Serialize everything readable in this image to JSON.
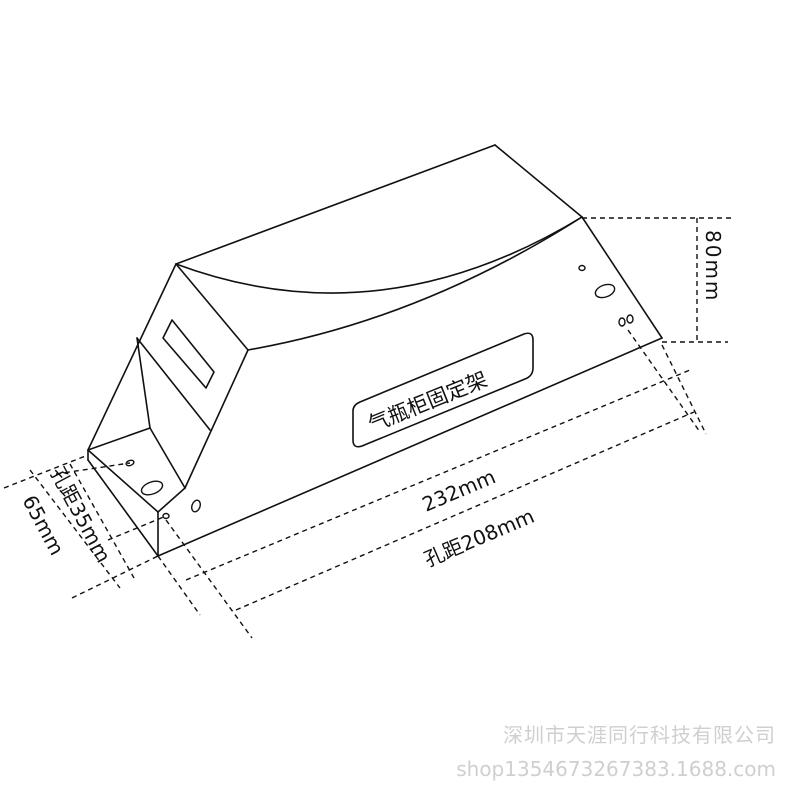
{
  "product_label": "气瓶柜固定架",
  "dimensions": {
    "length": "232mm",
    "hole_spacing_long": "孔距208mm",
    "height": "80mm",
    "width": "65mm",
    "hole_spacing_short": "孔距35mm"
  },
  "watermark": {
    "company": "深圳市天涯同行科技有限公司",
    "shop_url": "shop1354673267383.1688.com"
  },
  "colors": {
    "line": "#111111",
    "watermark": "#cfcfcf",
    "background": "#ffffff"
  }
}
